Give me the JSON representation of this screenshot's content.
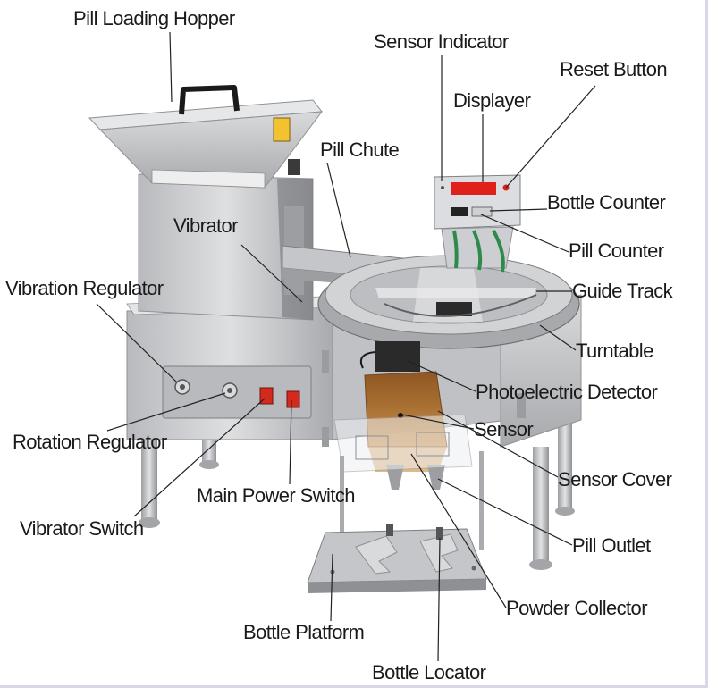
{
  "labels": {
    "pill_loading_hopper": "Pill Loading Hopper",
    "sensor_indicator": "Sensor Indicator",
    "reset_button": "Reset Button",
    "displayer": "Displayer",
    "pill_chute": "Pill Chute",
    "bottle_counter": "Bottle Counter",
    "vibrator": "Vibrator",
    "pill_counter": "Pill Counter",
    "vibration_regulator": "Vibration Regulator",
    "guide_track": "Guide Track",
    "turntable": "Turntable",
    "photoelectric_detector": "Photoelectric Detector",
    "sensor": "Sensor",
    "rotation_regulator": "Rotation Regulator",
    "sensor_cover": "Sensor Cover",
    "main_power_switch": "Main Power Switch",
    "vibrator_switch": "Vibrator Switch",
    "pill_outlet": "Pill Outlet",
    "powder_collector": "Powder Collector",
    "bottle_platform": "Bottle Platform",
    "bottle_locator": "Bottle Locator"
  },
  "colors": {
    "steel": "#c9cacc",
    "steel_dark": "#8e9094",
    "display_red": "#e0201a",
    "switch_red": "#d42a1e",
    "amber": "#b3651a",
    "green_tube": "#2e8a4a",
    "label_text": "#1a1a1a"
  }
}
